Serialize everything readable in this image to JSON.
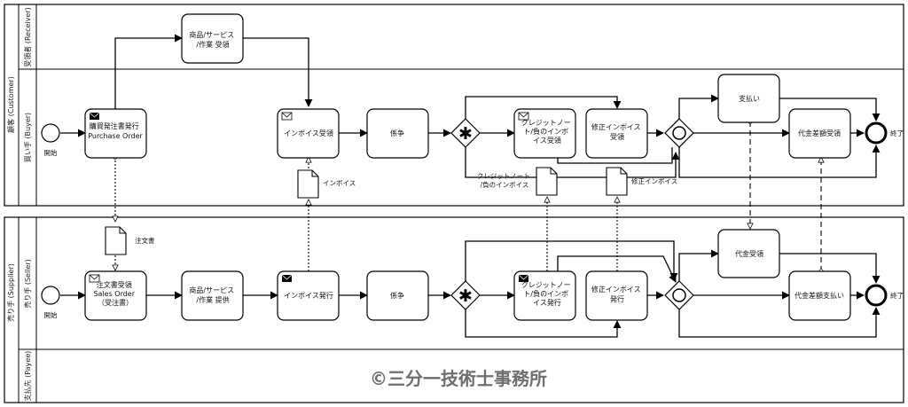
{
  "pools": {
    "customer": {
      "label": "顧客 (Customer)",
      "lanes": {
        "receiver": "受領者 (Receiver)",
        "buyer": "買い手 (Buyer)"
      }
    },
    "supplier": {
      "label": "売り手 (Supplier)",
      "lanes": {
        "seller": "売り手 (Seller)",
        "payee": "支払先 (Payee)"
      }
    }
  },
  "events": {
    "buyer_start": "開始",
    "buyer_end": "終了",
    "seller_start": "開始",
    "seller_end": "終了"
  },
  "tasks": {
    "purchase_order": [
      "購買発注書発行",
      "Purchase Order"
    ],
    "receive_goods": [
      "商品/サービス",
      "/作業 受領"
    ],
    "invoice_receive": [
      "インボイス受領"
    ],
    "dispute_buyer": [
      "係争"
    ],
    "credit_note_receive": [
      "クレジットノー",
      "ト/負のインボ",
      "イス受領"
    ],
    "corrected_invoice_receive": [
      "修正インボイス",
      "受領"
    ],
    "payment": [
      "支払い"
    ],
    "balance_receive": [
      "代金差額受領"
    ],
    "sales_order": [
      "注文書受領",
      "Sales Order",
      "（受注書）"
    ],
    "provide_goods": [
      "商品/サービス",
      "/作業 提供"
    ],
    "invoice_issue": [
      "インボイス発行"
    ],
    "dispute_seller": [
      "係争"
    ],
    "credit_note_issue": [
      "クレジットノー",
      "ト/負のインボ",
      "イス発行"
    ],
    "corrected_invoice_issue": [
      "修正インボイス",
      "発行"
    ],
    "payment_receive": [
      "代金受領"
    ],
    "balance_pay": [
      "代金差額支払い"
    ]
  },
  "documents": {
    "invoice": "インボイス",
    "order_doc": "注文書",
    "credit_note": [
      "クレジットノート",
      "/負のインボイス"
    ],
    "corrected_invoice": "修正インボイス"
  },
  "watermark": "©三分一技術士事務所"
}
